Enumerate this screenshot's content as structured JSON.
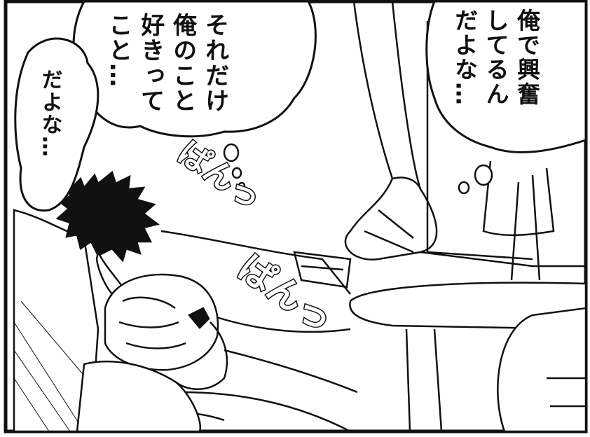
{
  "bubbles": {
    "left_top": "それだけ\n俺のこと\n好きって\nこと…",
    "left_side": "だよな…",
    "right": "俺で興奮\nしてるん\nだよな…"
  },
  "sfx": {
    "first": "ぱんっ",
    "second": "ぱんっ"
  }
}
